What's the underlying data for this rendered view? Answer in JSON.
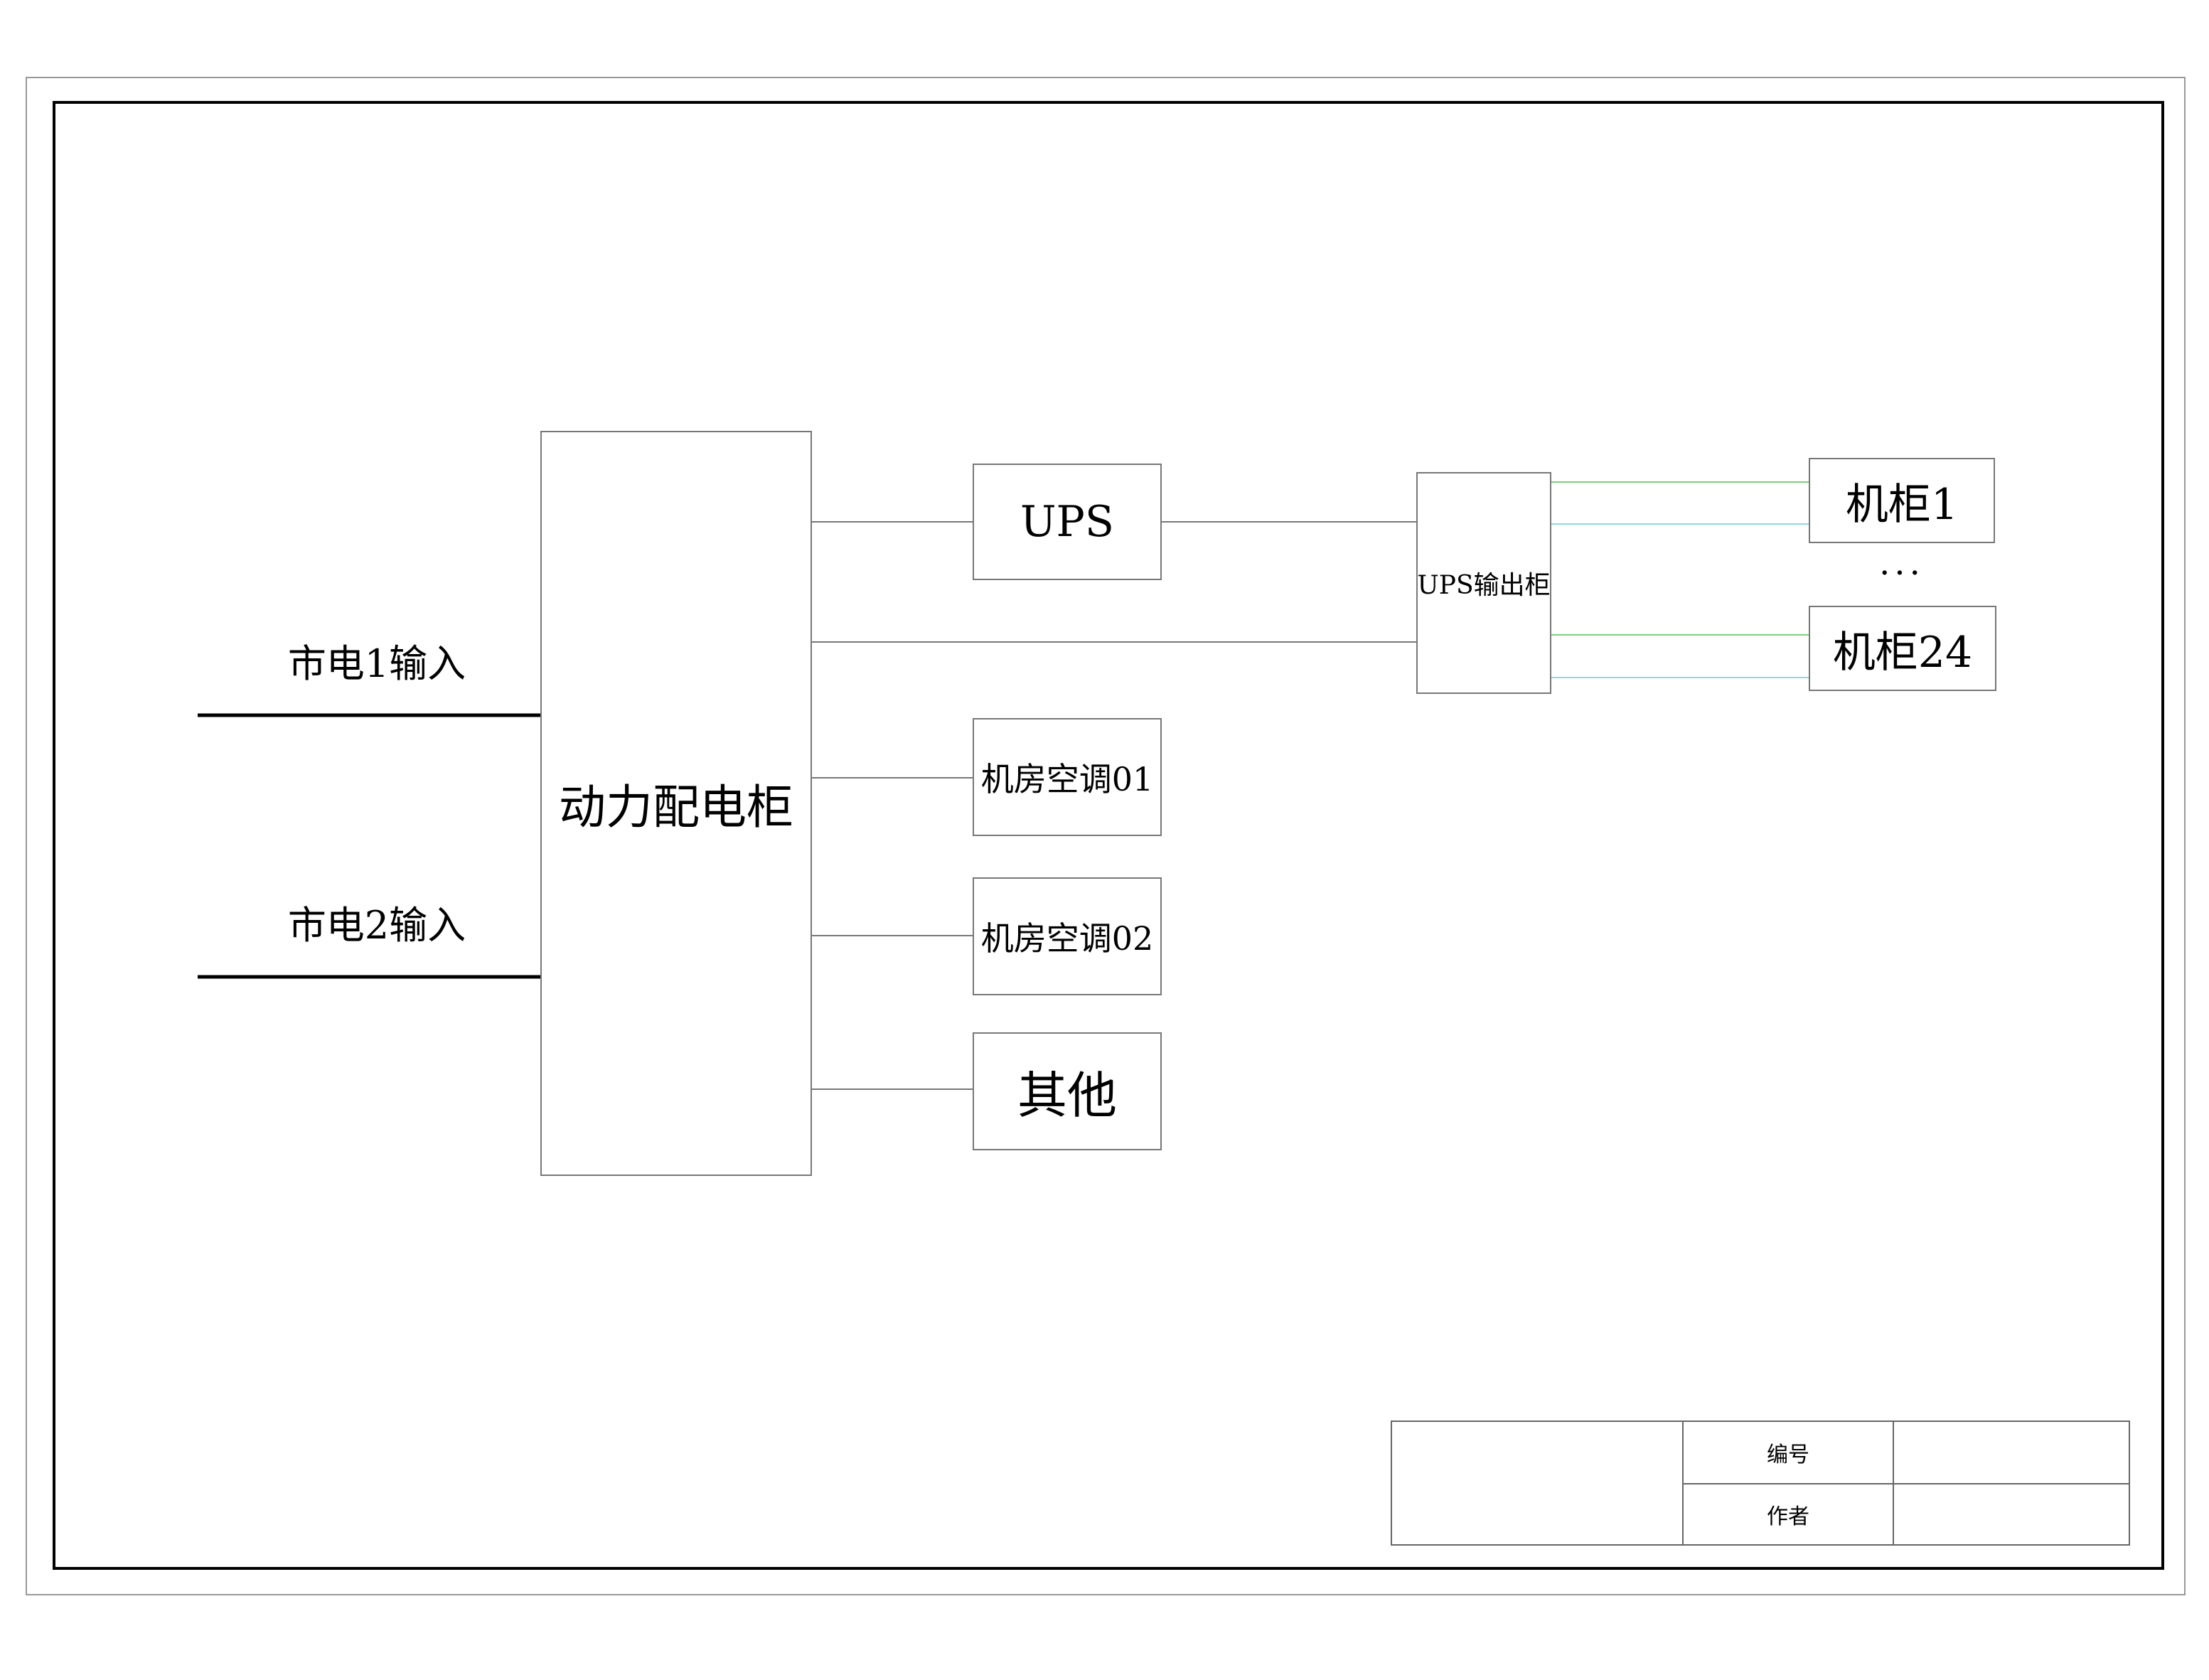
{
  "inputs": {
    "mains1": "市电1输入",
    "mains2": "市电2输入"
  },
  "blocks": {
    "power_cabinet": "动力配电柜",
    "ups": "UPS",
    "ups_output": "UPS输出柜",
    "ac01": "机房空调01",
    "ac02": "机房空调02",
    "other": "其他",
    "rack1": "机柜1",
    "rack24": "机柜24",
    "ellipsis": "···"
  },
  "title_block": {
    "number_label": "编号",
    "number_value": "",
    "author_label": "作者",
    "author_value": "",
    "title_value": ""
  },
  "colors": {
    "wire": "#777777",
    "input_line": "#000000",
    "phase_green": "#7ccf7c",
    "phase_cyan": "#8fd8e8"
  }
}
